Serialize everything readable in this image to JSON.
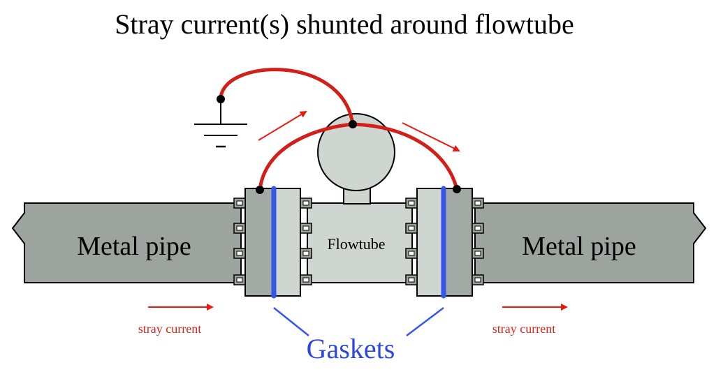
{
  "title": "Stray current(s) shunted around flowtube",
  "labels": {
    "pipe_left": "Metal pipe",
    "pipe_right": "Metal pipe",
    "flowtube": "Flowtube",
    "gaskets": "Gaskets",
    "stray_left": "stray current",
    "stray_right": "stray current"
  },
  "colors": {
    "pipe": "#9da39f",
    "flange": "#a3aaa6",
    "flange_light": "#cfd5d1",
    "flowtube": "#cfd5d1",
    "transmitter": "#cfd5d1",
    "gasket": "#3357e8",
    "wire": "#d11f1a",
    "arrow": "#e8190f",
    "stray_text": "#d62618",
    "gasket_text": "#2d47dd",
    "outline": "#000000",
    "background": "#ffffff"
  }
}
